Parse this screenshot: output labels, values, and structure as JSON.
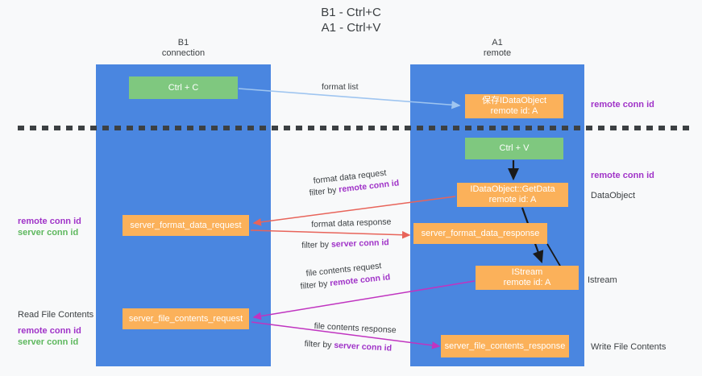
{
  "title": "B1 - Ctrl+C\nA1 - Ctrl+V",
  "title_line1": "B1 - Ctrl+C",
  "title_line2": "A1 - Ctrl+V",
  "lanes": [
    {
      "name": "B1",
      "subtitle": "connection",
      "color": "#4a86e0"
    },
    {
      "name": "A1",
      "subtitle": "remote",
      "color": "#4a86e0"
    }
  ],
  "nodes": [
    {
      "id": "ctrl-c",
      "line1": "Ctrl + C",
      "line2": "",
      "color": "#7fc87f",
      "lane": "B1"
    },
    {
      "id": "idataobject",
      "line1": "保存IDataObject",
      "line2": "remote id: A",
      "color": "#fbb15a",
      "lane": "A1"
    },
    {
      "id": "ctrl-v",
      "line1": "Ctrl + V",
      "line2": "",
      "color": "#7fc87f",
      "lane": "A1"
    },
    {
      "id": "getdata",
      "line1": "IDataObject::GetData",
      "line2": "remote id: A",
      "color": "#fbb15a",
      "lane": "A1"
    },
    {
      "id": "server-format-data-request",
      "line1": "server_format_data_request",
      "line2": "",
      "color": "#fbb15a",
      "lane": "B1"
    },
    {
      "id": "server-format-data-response",
      "line1": "server_format_data_response",
      "line2": "",
      "color": "#fbb15a",
      "lane": "A1"
    },
    {
      "id": "istream",
      "line1": "IStream",
      "line2": "remote id: A",
      "color": "#fbb15a",
      "lane": "A1"
    },
    {
      "id": "server-file-contents-request",
      "line1": "server_file_contents_request",
      "line2": "",
      "color": "#fbb15a",
      "lane": "B1"
    },
    {
      "id": "server-file-contents-response",
      "line1": "server_file_contents_response",
      "line2": "",
      "color": "#fbb15a",
      "lane": "A1"
    }
  ],
  "edge_labels": {
    "format_list": "format list",
    "format_data_request": "format data request",
    "format_data_request_filter_prefix": "filter by ",
    "format_data_request_filter_key": "remote conn id",
    "format_data_response": "format data response",
    "format_data_response_filter_prefix": "filter by ",
    "format_data_response_filter_key": "server conn id",
    "file_contents_request": "file contents request",
    "file_contents_request_filter_prefix": "filter by ",
    "file_contents_request_filter_key": "remote conn id",
    "file_contents_response": "file contents response",
    "file_contents_response_filter_prefix": "filter by ",
    "file_contents_response_filter_key": "server conn id"
  },
  "annotations": {
    "remote_conn_id_top": "remote conn id",
    "remote_conn_id_mid": "remote conn id",
    "dataobject": "DataObject",
    "istream": "Istream",
    "write_file_contents": "Write File Contents",
    "read_file_contents": "Read File Contents",
    "left_remote_conn_id_1": "remote conn id",
    "left_server_conn_id_1": "server conn id",
    "left_remote_conn_id_2": "remote conn id",
    "left_server_conn_id_2": "server conn id"
  },
  "colors": {
    "lane": "#4a86e0",
    "green_node": "#7fc87f",
    "orange_node": "#fbb15a",
    "purple_key": "#a033c8",
    "green_key": "#5eb85e",
    "arrow_blue": "#9fc5f0",
    "arrow_red": "#e8645a",
    "arrow_magenta": "#c034c0",
    "arrow_black": "#1a1a1a",
    "background": "#f8f9fa",
    "divider": "#3c4043"
  }
}
